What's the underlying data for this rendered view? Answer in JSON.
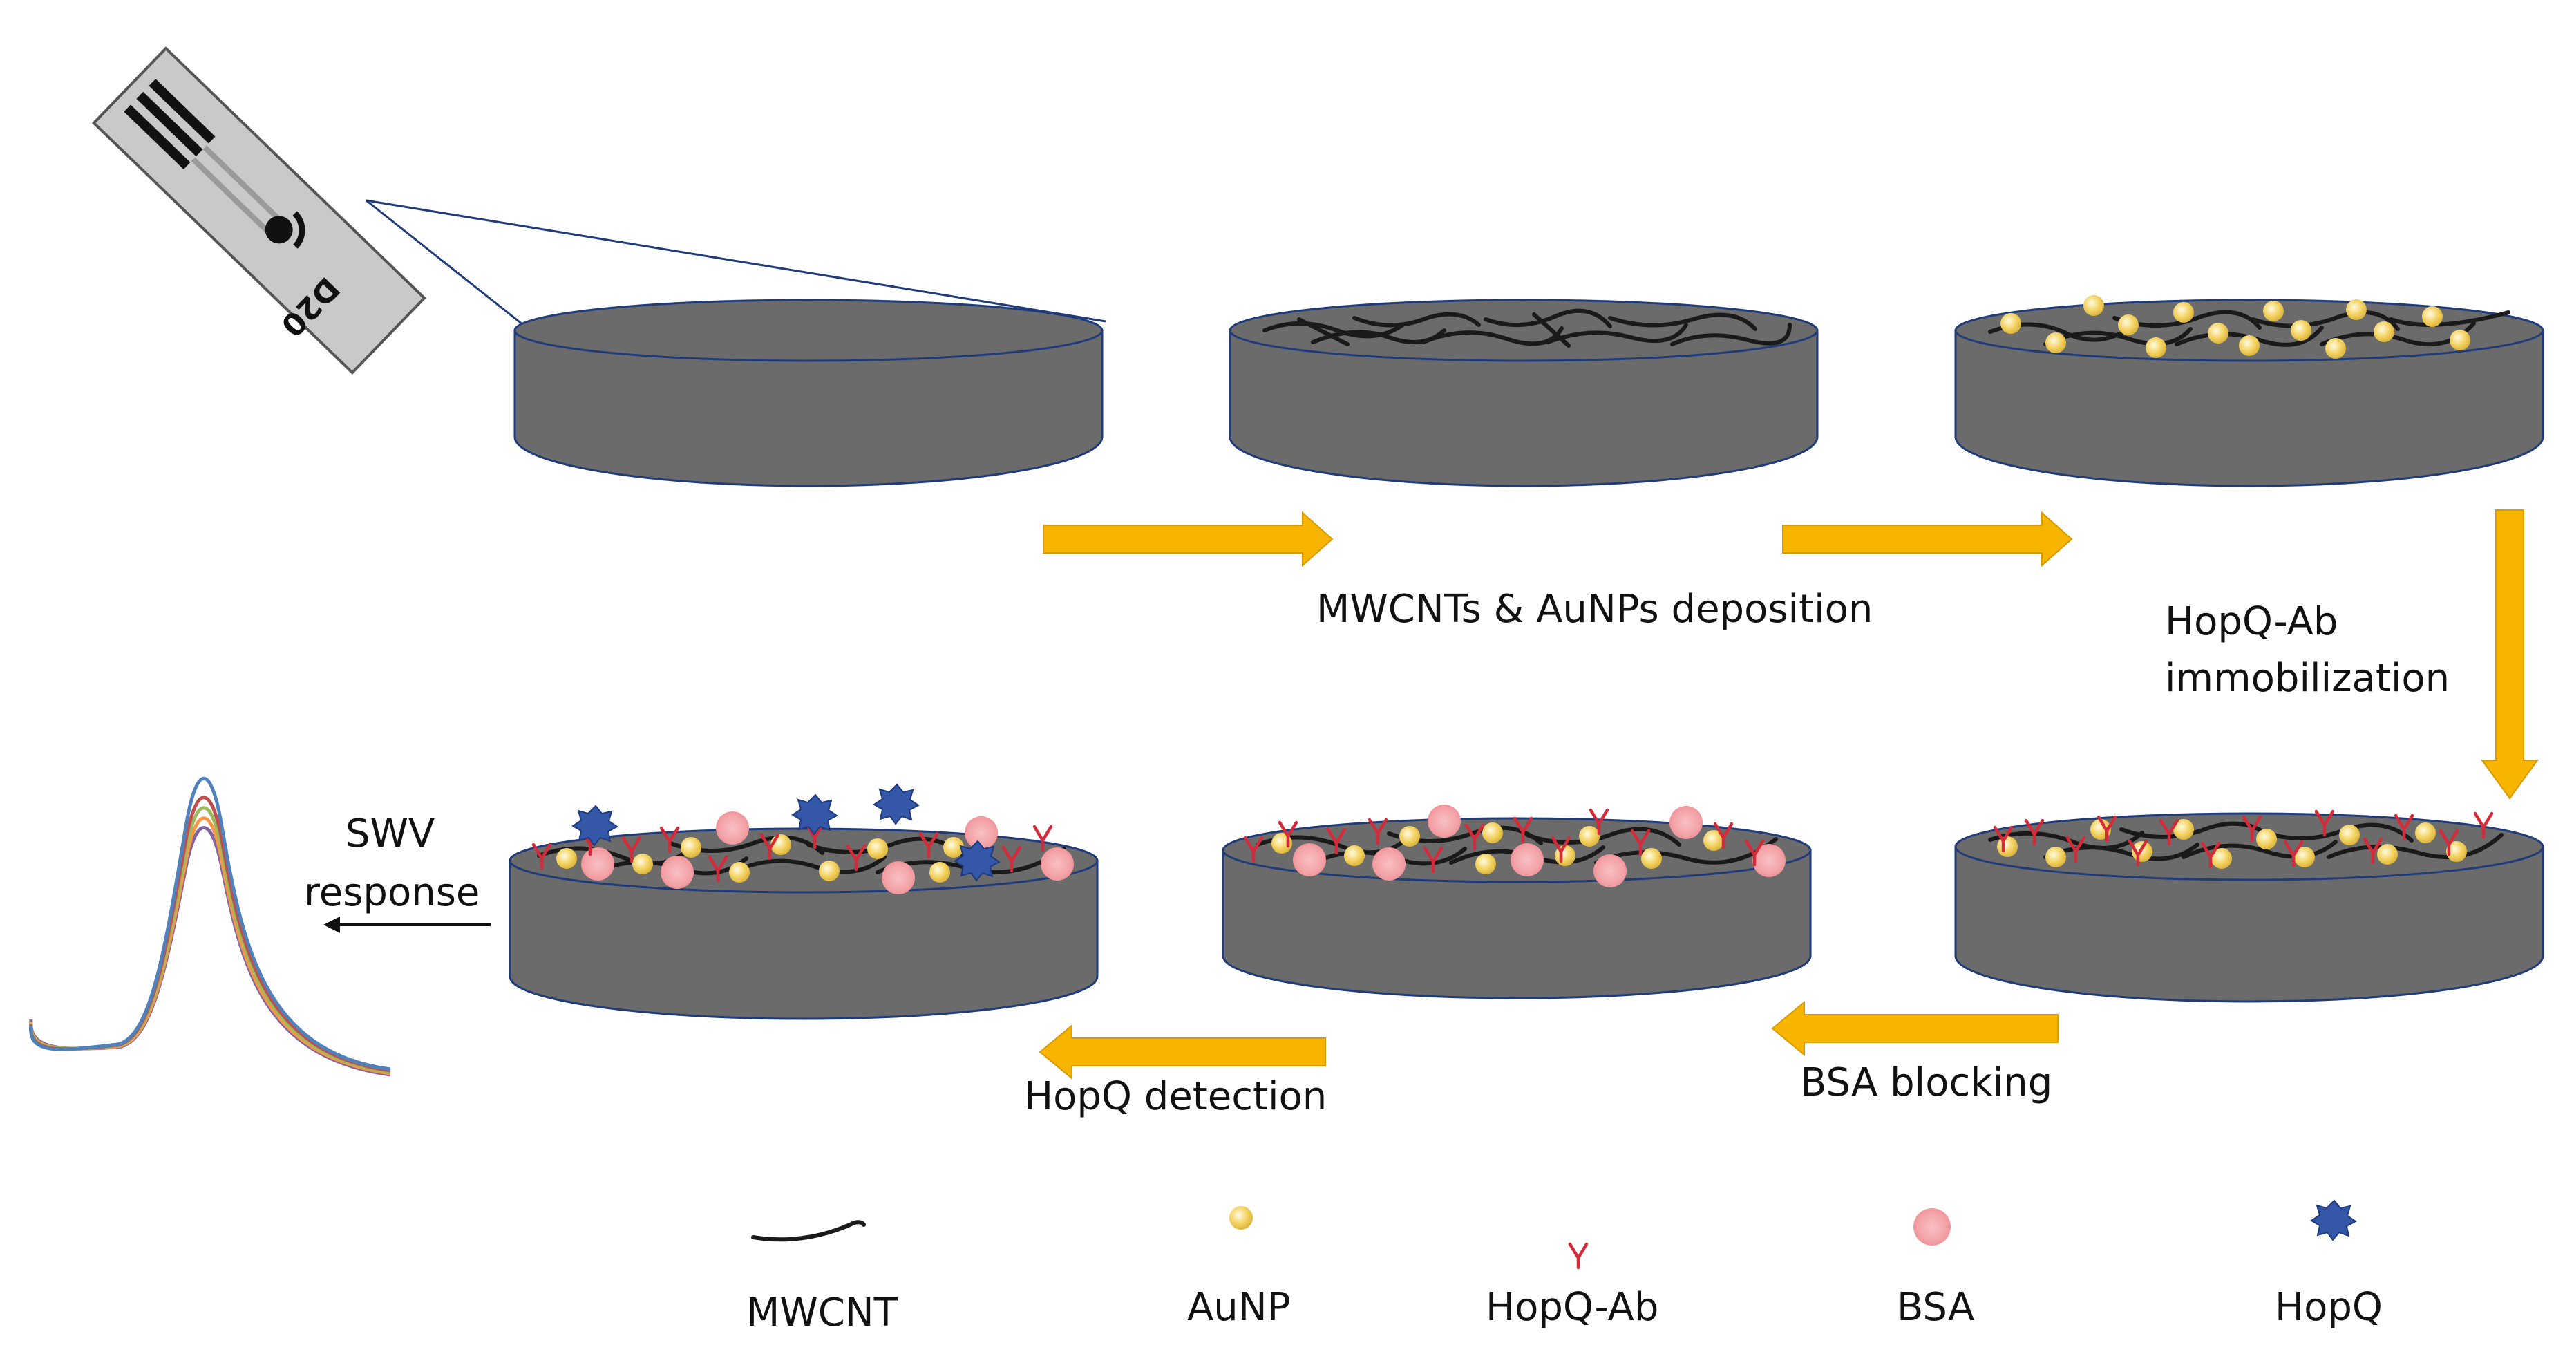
{
  "electrode": {
    "label": "D20"
  },
  "steps": {
    "step1_label": "MWCNTs & AuNPs deposition",
    "step2_line1": "HopQ-Ab",
    "step2_line2": "immobilization",
    "step3_label": "BSA blocking",
    "step4_label": "HopQ detection",
    "readout_line1": "SWV",
    "readout_line2": "response"
  },
  "legend": {
    "items": [
      {
        "icon": "mwcnt-icon",
        "label": "MWCNT"
      },
      {
        "icon": "aunp-icon",
        "label": "AuNP"
      },
      {
        "icon": "hopq-ab-icon",
        "label": "HopQ-Ab"
      },
      {
        "icon": "bsa-icon",
        "label": "BSA"
      },
      {
        "icon": "hopq-icon",
        "label": "HopQ"
      }
    ]
  },
  "colors": {
    "disk_fill": "#6b6b6b",
    "disk_stroke": "#1f3b7a",
    "arrow": "#f7b500",
    "aunp": "#f3d15e",
    "antibody": "#d42b3a",
    "bsa": "#f3a3a8",
    "hopq": "#3557a8",
    "nanotube": "#1a1a1a",
    "swv_curves": [
      "#4f81bd",
      "#c0504d",
      "#9bbb59",
      "#f79646",
      "#8064a2"
    ]
  }
}
